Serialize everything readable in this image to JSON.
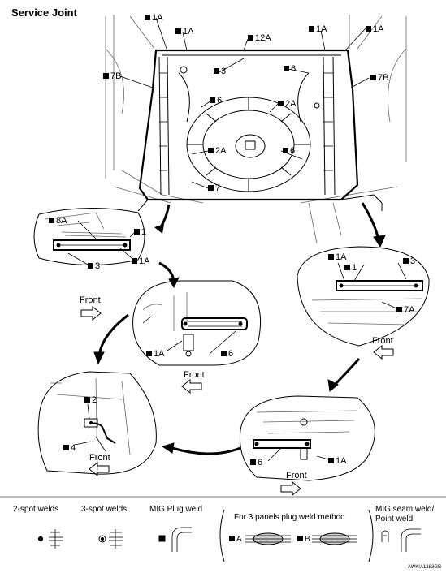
{
  "title": "Service Joint",
  "main_labels": {
    "l1a_top_left": "1A",
    "l1a_top_left2": "1A",
    "l1a_top_right": "1A",
    "l1a_top_right2": "1A",
    "l12a": "12A",
    "l3": "3",
    "l6_top": "6",
    "l7b_left": "7B",
    "l7b_right": "7B",
    "l6_mid": "6",
    "l2a_right": "2A",
    "l2a_left": "2A",
    "l6_right": "6",
    "l7": "7"
  },
  "detail_left": {
    "l8a": "8A",
    "l1": "1",
    "l3": "3",
    "l1a": "1A",
    "front": "Front"
  },
  "detail_center": {
    "l1a": "1A",
    "l6": "6",
    "front": "Front"
  },
  "detail_lower_left": {
    "l2": "2",
    "l4": "4",
    "front": "Front"
  },
  "detail_right": {
    "l1a": "1A",
    "l1": "1",
    "l3": "3",
    "l7a": "7A",
    "front": "Front"
  },
  "detail_lower_right": {
    "l6": "6",
    "l1a": "1A",
    "front": "Front"
  },
  "legend": {
    "two_spot": "2-spot welds",
    "three_spot": "3-spot welds",
    "mig_plug": "MIG Plug weld",
    "three_panels": "For 3 panels plug weld method",
    "marker_a": "A",
    "marker_b": "B",
    "mig_seam_line1": "MIG seam weld/",
    "mig_seam_line2": "Point weld"
  },
  "figure_code": "AWKIA1383GB"
}
